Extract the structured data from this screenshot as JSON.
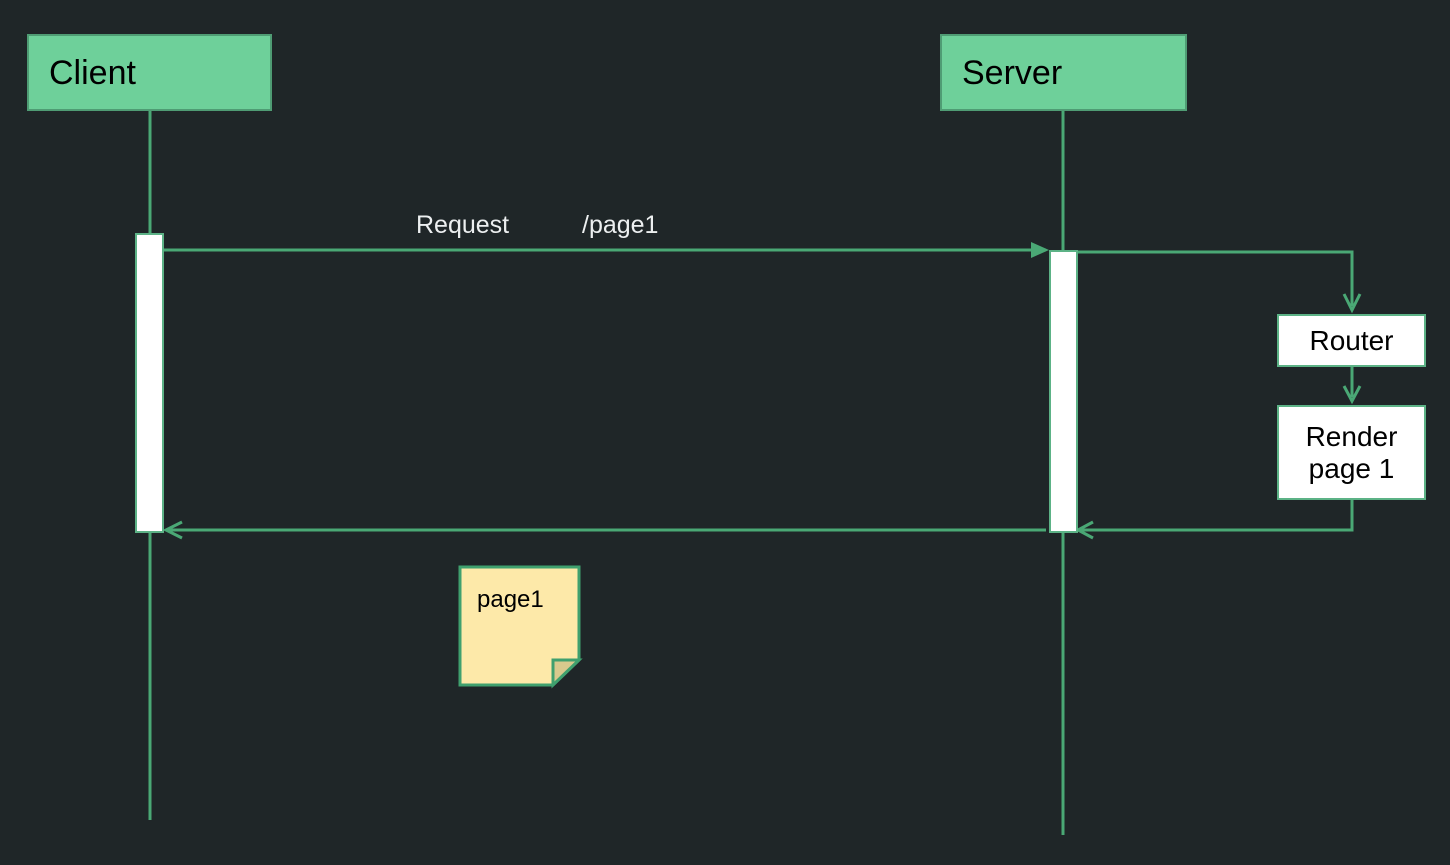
{
  "diagram": {
    "type": "sequence-diagram",
    "title": "Client Server page1 request sequence",
    "background_color": "#1f2628",
    "accent_color": "#5cb286",
    "participant_fill": "#6ed09a",
    "note_fill": "#fde9a9",
    "note_fold_color": "#d8c98d",
    "box_fill": "#ffffff",
    "label_text_color": "#eceff0"
  },
  "participants": [
    {
      "id": "client",
      "label": "Client"
    },
    {
      "id": "server",
      "label": "Server"
    }
  ],
  "messages": [
    {
      "id": "request",
      "from": "client",
      "to": "server",
      "label_primary": "Request",
      "label_secondary": "/page1",
      "label_full": "Request        /page1",
      "arrow_style": "solid-filled",
      "direction": "right"
    },
    {
      "id": "response",
      "from": "server",
      "to": "client",
      "label_primary": "",
      "label_secondary": "",
      "label_full": "",
      "arrow_style": "solid-open",
      "direction": "left"
    }
  ],
  "process_boxes": [
    {
      "id": "router",
      "label": "Router"
    },
    {
      "id": "render",
      "label": "Render\npage 1",
      "line1": "Render",
      "line2": "page 1"
    }
  ],
  "notes": [
    {
      "id": "note-page1",
      "text": "page1",
      "attached_to": "client"
    }
  ]
}
